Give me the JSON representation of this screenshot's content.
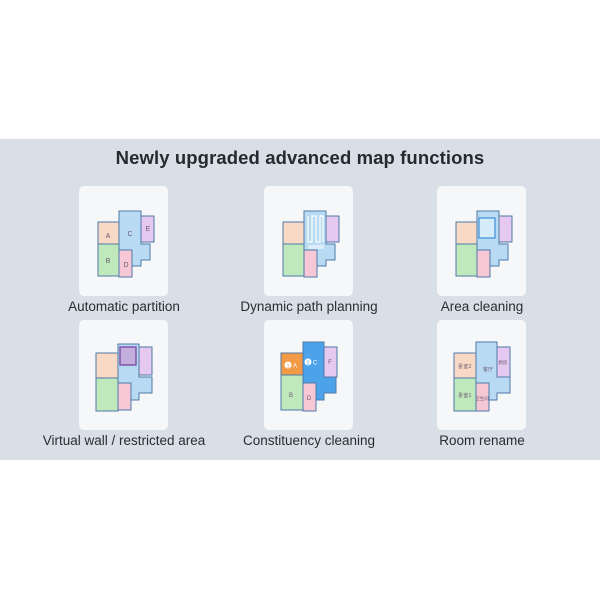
{
  "header": {
    "title": "Newly upgraded advanced map functions"
  },
  "colors": {
    "panel_bg": "#d8dfe6",
    "card_bg": "#f6f7f8",
    "room_peach": "#f7d9c5",
    "room_green": "#bfe8bd",
    "room_blue": "#b8daf2",
    "room_pink": "#f6c8d6",
    "room_lilac": "#e6c9f0",
    "wall_stroke": "#4f7aa8",
    "accent_blue": "#4da3ea",
    "accent_orange": "#f29a45"
  },
  "features": [
    {
      "label": "Automatic partition",
      "icon": "floorplan-partition-icon",
      "rooms": [
        "A",
        "B",
        "C",
        "D",
        "E"
      ]
    },
    {
      "label": "Dynamic path planning",
      "icon": "floorplan-path-icon"
    },
    {
      "label": "Area cleaning",
      "icon": "floorplan-area-icon"
    },
    {
      "label": "Virtual wall / restricted area",
      "icon": "floorplan-virtual-wall-icon"
    },
    {
      "label": "Constituency cleaning",
      "icon": "floorplan-constituency-icon",
      "rooms": [
        "A",
        "B",
        "C",
        "D",
        "F"
      ],
      "badges": [
        "1",
        "2"
      ]
    },
    {
      "label": "Room rename",
      "icon": "floorplan-rename-icon",
      "rooms": [
        "卧室2",
        "卧室1",
        "客厅",
        "厨房",
        "卫生间"
      ]
    }
  ]
}
